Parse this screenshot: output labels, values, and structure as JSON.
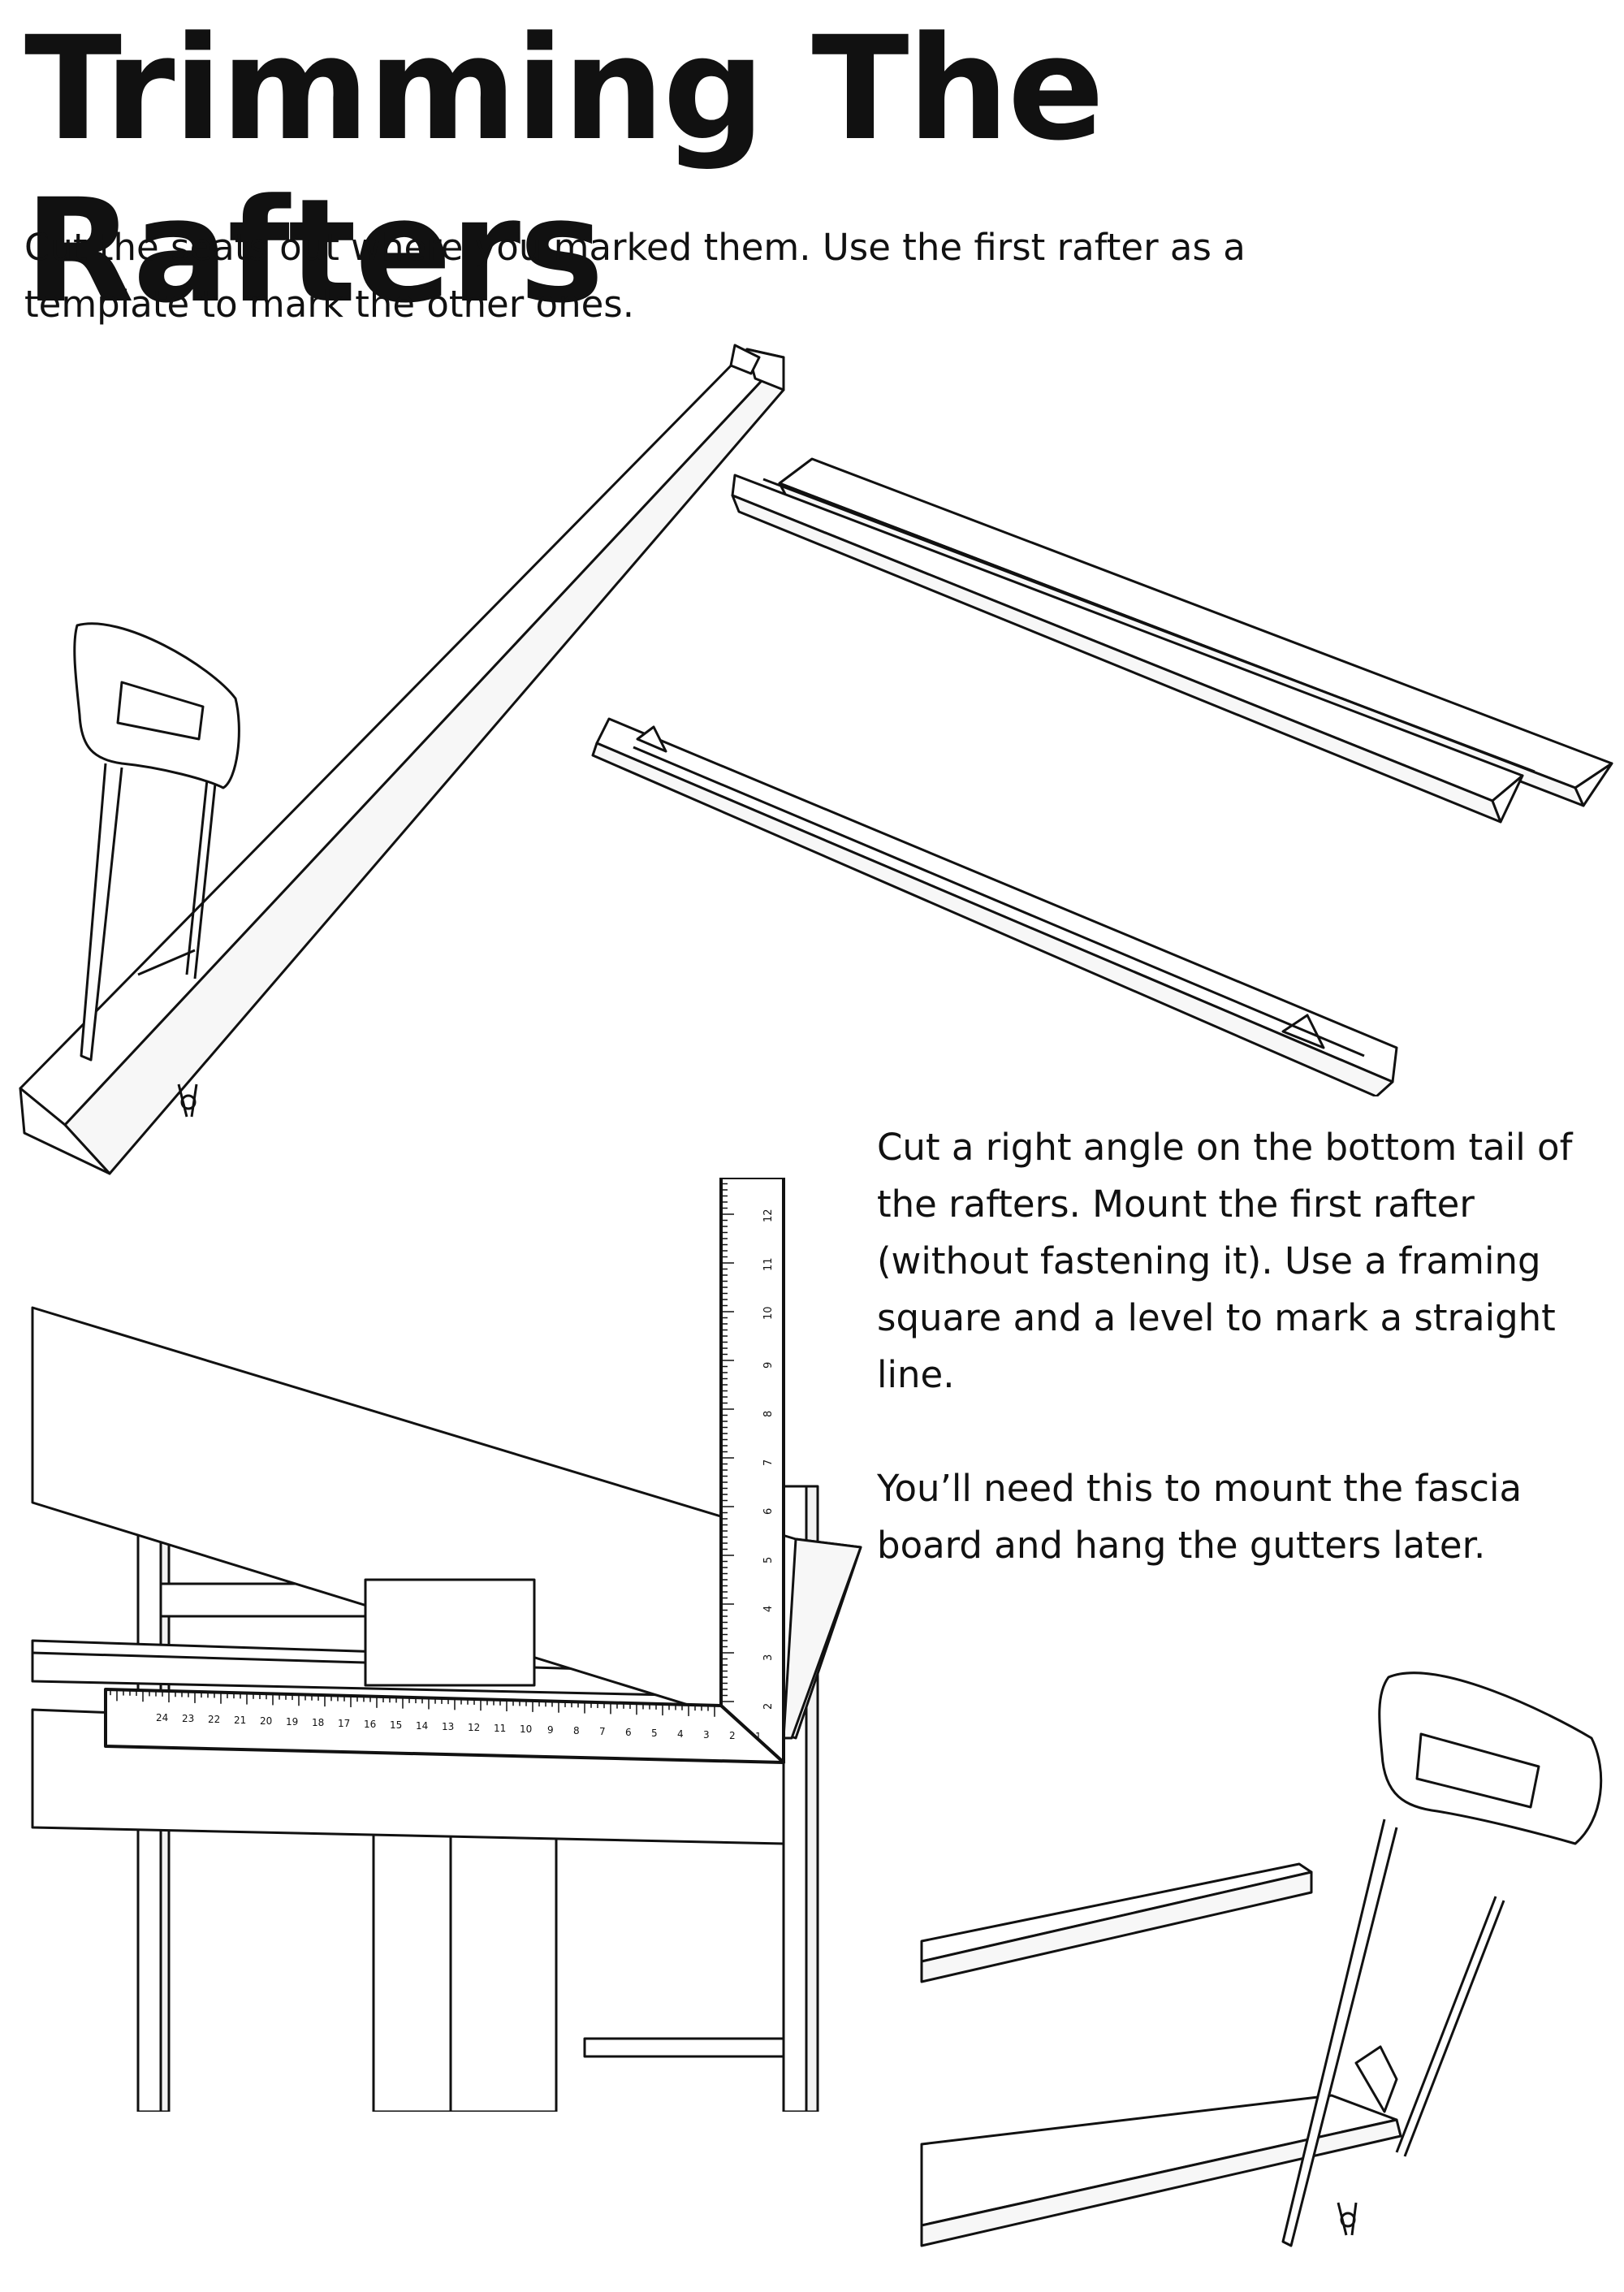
{
  "page": {
    "title": "Trimming The Rafters"
  },
  "instructions": {
    "step1": "Cut the seats out where you marked them. Use the first rafter as a template to mark the other ones.",
    "step2": "Cut a right angle on the bottom tail of the rafters. Mount the first rafter (without fastening it). Use a framing square and a level to mark a straight line.",
    "step3": "You’ll need this to mount the fascia board and hang the gutters later."
  },
  "framing_square": {
    "blade_numbers": [
      "2",
      "3",
      "4",
      "5",
      "6",
      "7",
      "8",
      "9",
      "10",
      "11",
      "12"
    ],
    "tongue_numbers": [
      "1",
      "2",
      "3",
      "4",
      "5",
      "6",
      "7",
      "8",
      "9",
      "10",
      "11",
      "12",
      "13",
      "14",
      "15",
      "16",
      "17",
      "18",
      "19",
      "20",
      "21",
      "22",
      "23",
      "24"
    ]
  },
  "icons": {
    "saw": "hand-saw-icon",
    "square": "framing-square-icon"
  },
  "colors": {
    "ink": "#111111",
    "paper": "#ffffff",
    "shade": "#f2f2f2"
  }
}
